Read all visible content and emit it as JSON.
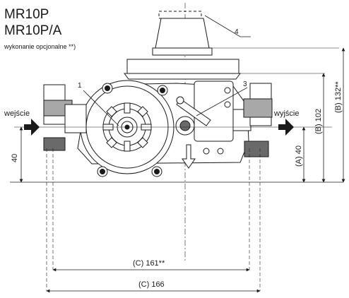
{
  "title_line1": "MR10P",
  "title_line2": "MR10P/A",
  "subtitle": "wykonanie opcjonalne **)",
  "inlet_label": "wejście",
  "outlet_label": "wyjście",
  "callouts": [
    "1",
    "3",
    "4"
  ],
  "dimensions": {
    "left_height": "40",
    "a_height": "(A) 40",
    "b_height": "(B) 102",
    "b_opt_height": "(B) 132**",
    "c_opt_width": "(C) 161**",
    "c_width": "(C) 166"
  },
  "colors": {
    "line": "#1a1a1a",
    "fitting_gray": "#a8a8a8",
    "dark_fill": "#6a6a6a"
  }
}
